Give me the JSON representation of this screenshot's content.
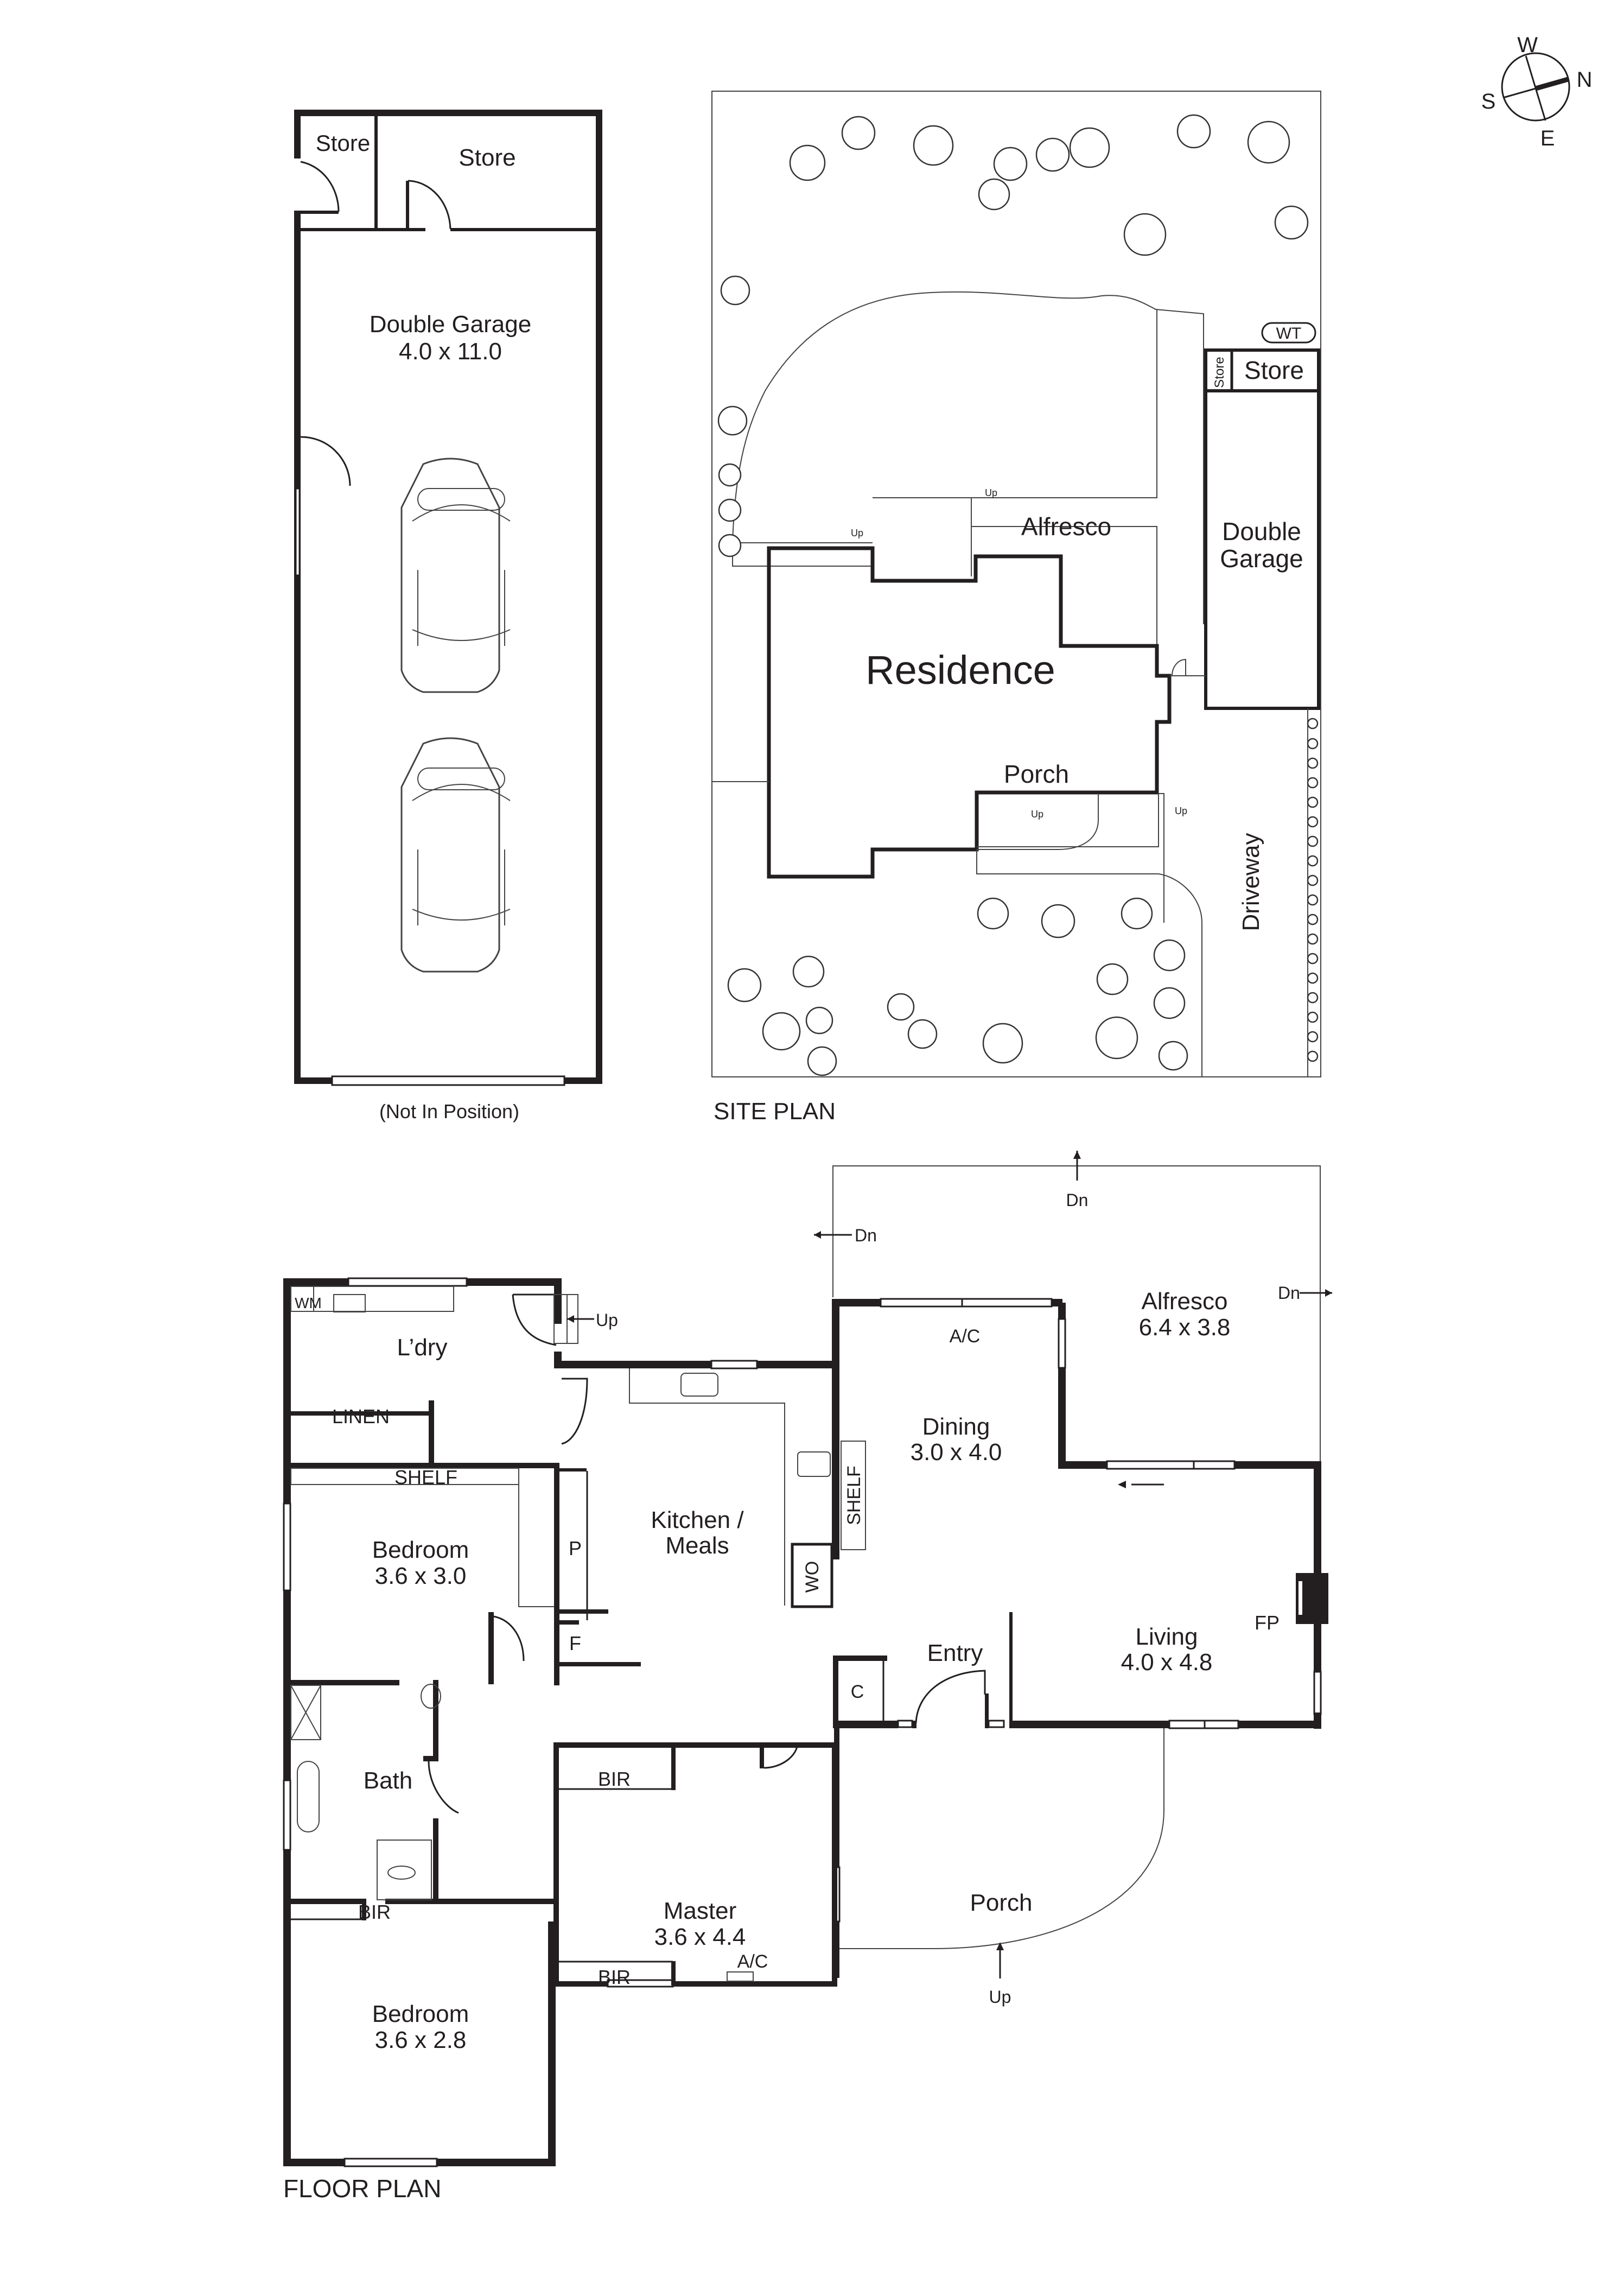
{
  "compass": {
    "north": "N",
    "south": "S",
    "east": "E",
    "west": "W"
  },
  "garage_plan": {
    "store_small": "Store",
    "store_large": "Store",
    "room_name": "Double Garage",
    "room_dims": "4.0 x 11.0",
    "note": "(Not In Position)"
  },
  "site_plan": {
    "title": "SITE PLAN",
    "residence": "Residence",
    "alfresco": "Alfresco",
    "porch": "Porch",
    "garage_line1": "Double",
    "garage_line2": "Garage",
    "store": "Store",
    "store_small": "Store",
    "water_tank": "WT",
    "driveway": "Driveway",
    "step_labels": [
      "Up",
      "Up",
      "Up",
      "Up"
    ]
  },
  "floor_plan": {
    "title": "FLOOR PLAN",
    "rooms": {
      "laundry": {
        "name": "L’dry"
      },
      "linen": {
        "name": "LINEN"
      },
      "shelf_hall": {
        "name": "SHELF"
      },
      "wm": {
        "name": "WM"
      },
      "bedroom2": {
        "name": "Bedroom",
        "dims": "3.6 x 3.0"
      },
      "pantry": {
        "name": "P"
      },
      "fridge": {
        "name": "F"
      },
      "kitchen": {
        "name_line1": "Kitchen /",
        "name_line2": "Meals"
      },
      "wall_oven": {
        "name": "WO"
      },
      "shelf_kitchen": {
        "name": "SHELF"
      },
      "dining": {
        "name": "Dining",
        "dims": "3.0 x 4.0"
      },
      "ac_dining": {
        "name": "A/C"
      },
      "alfresco": {
        "name": "Alfresco",
        "dims": "6.4 x 3.8"
      },
      "living": {
        "name": "Living",
        "dims": "4.0 x 4.8"
      },
      "fireplace": {
        "name": "FP"
      },
      "bath": {
        "name": "Bath"
      },
      "entry": {
        "name": "Entry"
      },
      "coat": {
        "name": "C"
      },
      "porch": {
        "name": "Porch"
      },
      "master": {
        "name": "Master",
        "dims": "3.6 x 4.4"
      },
      "bir_master_top": {
        "name": "BIR"
      },
      "bir_master_bottom": {
        "name": "BIR"
      },
      "ac_master": {
        "name": "A/C"
      },
      "bir_bed3": {
        "name": "BIR"
      },
      "bedroom3": {
        "name": "Bedroom",
        "dims": "3.6 x 2.8"
      }
    },
    "steps": {
      "laundry_up": "Up",
      "alfresco_dn_left": "Dn",
      "alfresco_dn_top": "Dn",
      "alfresco_dn_right": "Dn",
      "porch_up": "Up"
    }
  }
}
